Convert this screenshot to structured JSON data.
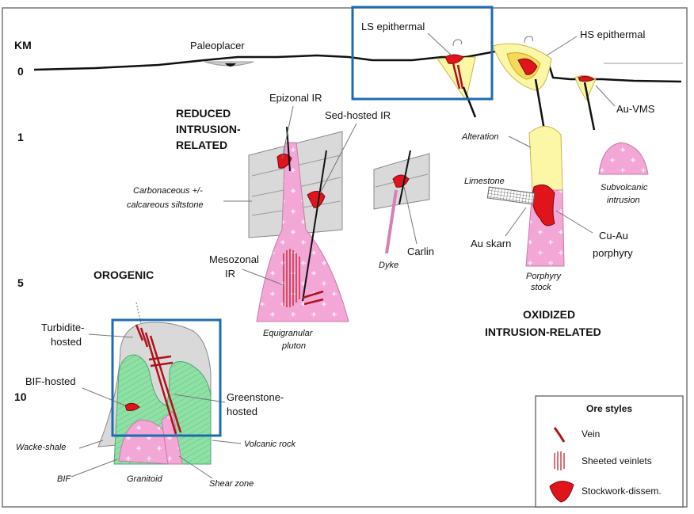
{
  "depth_axis": {
    "unit": "KM",
    "ticks": [
      "0",
      "1",
      "5",
      "10"
    ]
  },
  "group_headings": {
    "reduced": [
      "REDUCED",
      "INTRUSION-",
      "RELATED"
    ],
    "orogenic": "OROGENIC",
    "oxidized": [
      "OXIDIZED",
      "INTRUSION-RELATED"
    ]
  },
  "deposit_labels": {
    "paleoplacer": "Paleoplacer",
    "ls_epithermal": "LS epithermal",
    "hs_epithermal": "HS epithermal",
    "au_vms": "Au-VMS",
    "epizonal_ir": "Epizonal IR",
    "sed_hosted_ir": "Sed-hosted IR",
    "mesozonal_ir": [
      "Mesozonal",
      "IR"
    ],
    "carlin": "Carlin",
    "turbidite_hosted": [
      "Turbidite-",
      "hosted"
    ],
    "bif_hosted": "BIF-hosted",
    "greenstone_hosted": [
      "Greenstone-",
      "hosted"
    ],
    "au_skarn": "Au skarn",
    "cu_au_porphyry": [
      "Cu-Au",
      "porphyry"
    ]
  },
  "rock_labels": {
    "carbonaceous": [
      "Carbonaceous +/-",
      "calcareous siltstone"
    ],
    "dyke": "Dyke",
    "equigranular": [
      "Equigranular",
      "pluton"
    ],
    "alteration": "Alteration",
    "limestone": "Limestone",
    "subvolcanic": [
      "Subvolcanic",
      "intrusion"
    ],
    "porphyry_stock": [
      "Porphyry",
      "stock"
    ],
    "wacke_shale": "Wacke-shale",
    "bif": "BIF",
    "granitoid": "Granitoid",
    "shear_zone": "Shear zone",
    "volcanic_rock": "Volcanic rock"
  },
  "legend": {
    "title": "Ore styles",
    "items": [
      "Vein",
      "Sheeted veinlets",
      "Stockwork-dissem."
    ]
  },
  "colors": {
    "highlight_box": "#1f6bb0",
    "ore_red": "#e0141b",
    "vein_red": "#b0121a",
    "intrusion_pink": "#f2a7d6",
    "sediment_gray": "#d9d9d9",
    "alteration_yellow": "#fbf7a6",
    "greenstone_green": "#8fe0a5"
  }
}
